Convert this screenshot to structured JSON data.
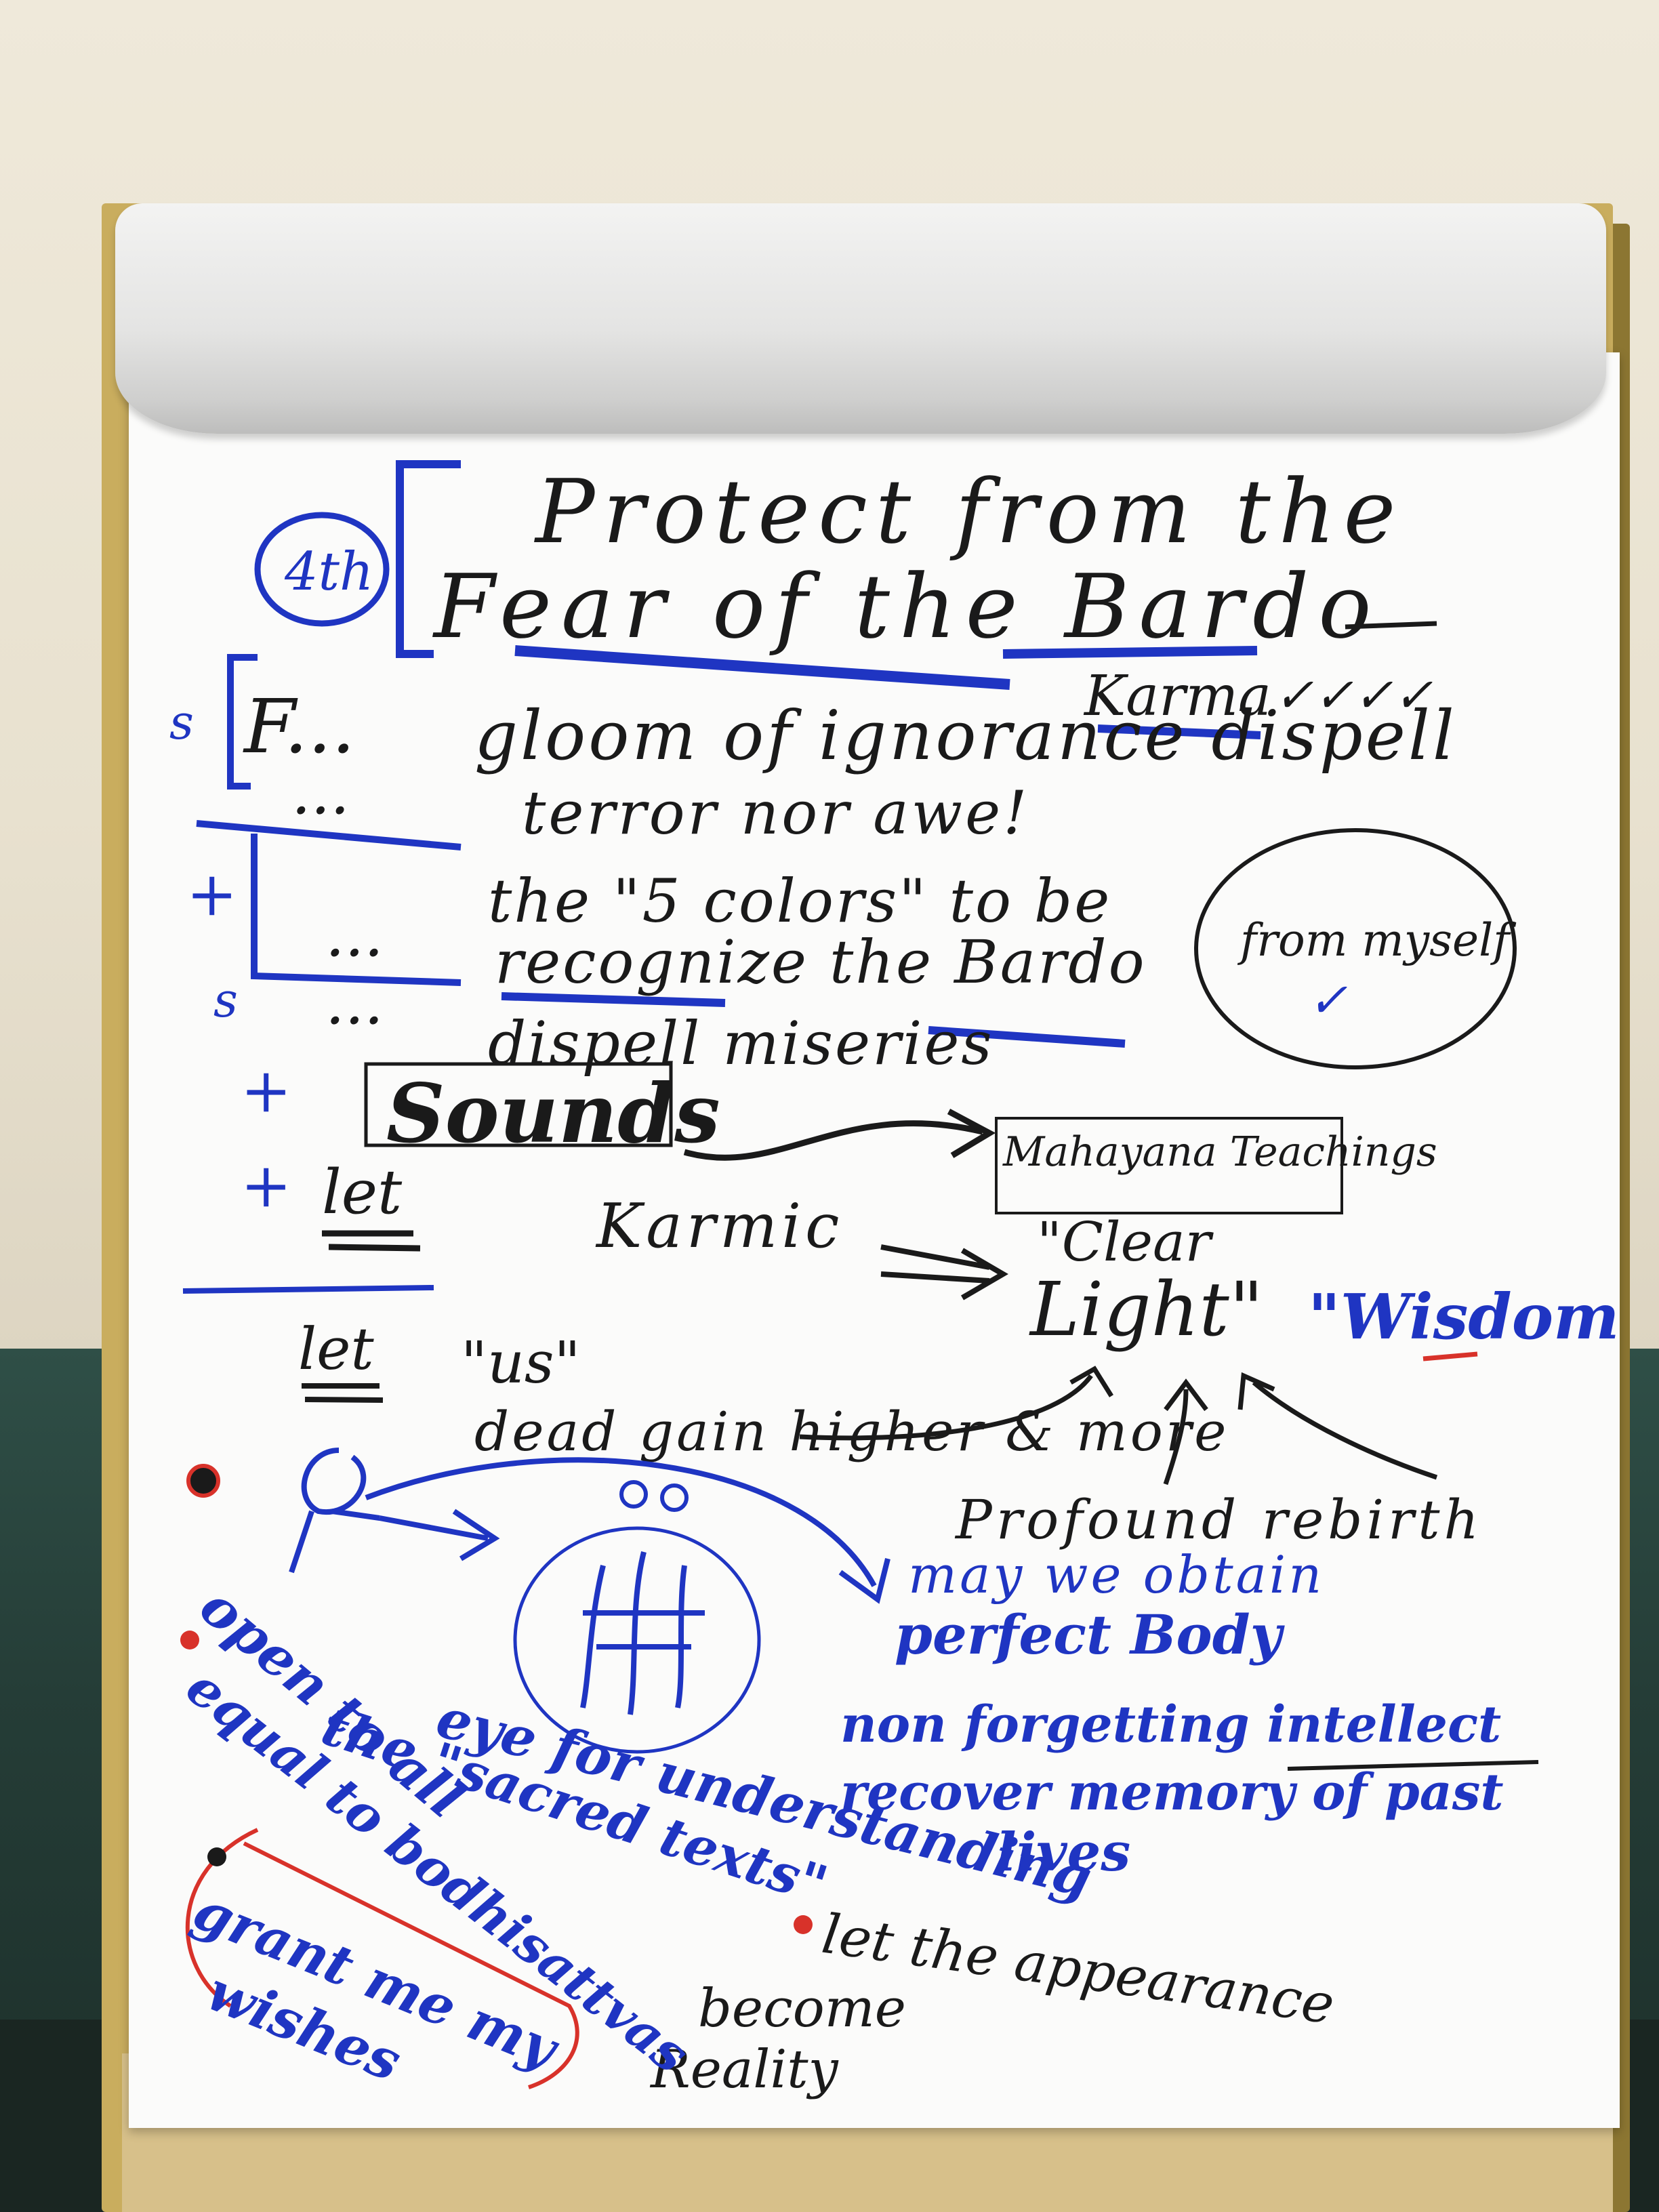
{
  "flipchart": {
    "badge": "4th",
    "title_line1": "Protect from the",
    "title_line2": "Fear of the Bardo",
    "karma": "Karma",
    "checks": "✓✓✓✓",
    "row1_prefix": "F...",
    "row1": "gloom of ignorance dispell",
    "row2_prefix": "...",
    "row2": "terror nor awe!",
    "row3": "the \"5 colors\" to be",
    "row4_prefix": "...",
    "row4": "recognize the Bardo",
    "row5_prefix": "...",
    "row5": "dispell miseries",
    "from_myself": "from myself",
    "sounds": "Sounds",
    "mahayana": "Mahayana Teachings",
    "let1": "let",
    "karmic": "Karmic",
    "clear": "\"Clear",
    "light": "Light\"",
    "wisdom": "\"Wisdom",
    "let2": "let",
    "us": "\"us\"",
    "dead_gain": "dead gain higher & more",
    "profound": "Profound rebirth",
    "may_obtain": "may we obtain",
    "perfect_body": "perfect Body",
    "non_forgetting": "non forgetting intellect",
    "recover": "recover memory of past",
    "lives": "lives",
    "eye": "eye for understanding",
    "the_sacred": "the \"sacred texts\"",
    "let_appearance": "let the appearance",
    "become": "become",
    "reality": "Reality",
    "open": "open to all",
    "equal": "equal to bodhisattvas",
    "grant": "grant me my",
    "wishes": "wishes",
    "plus": "+",
    "s": "s",
    "equals": "="
  }
}
